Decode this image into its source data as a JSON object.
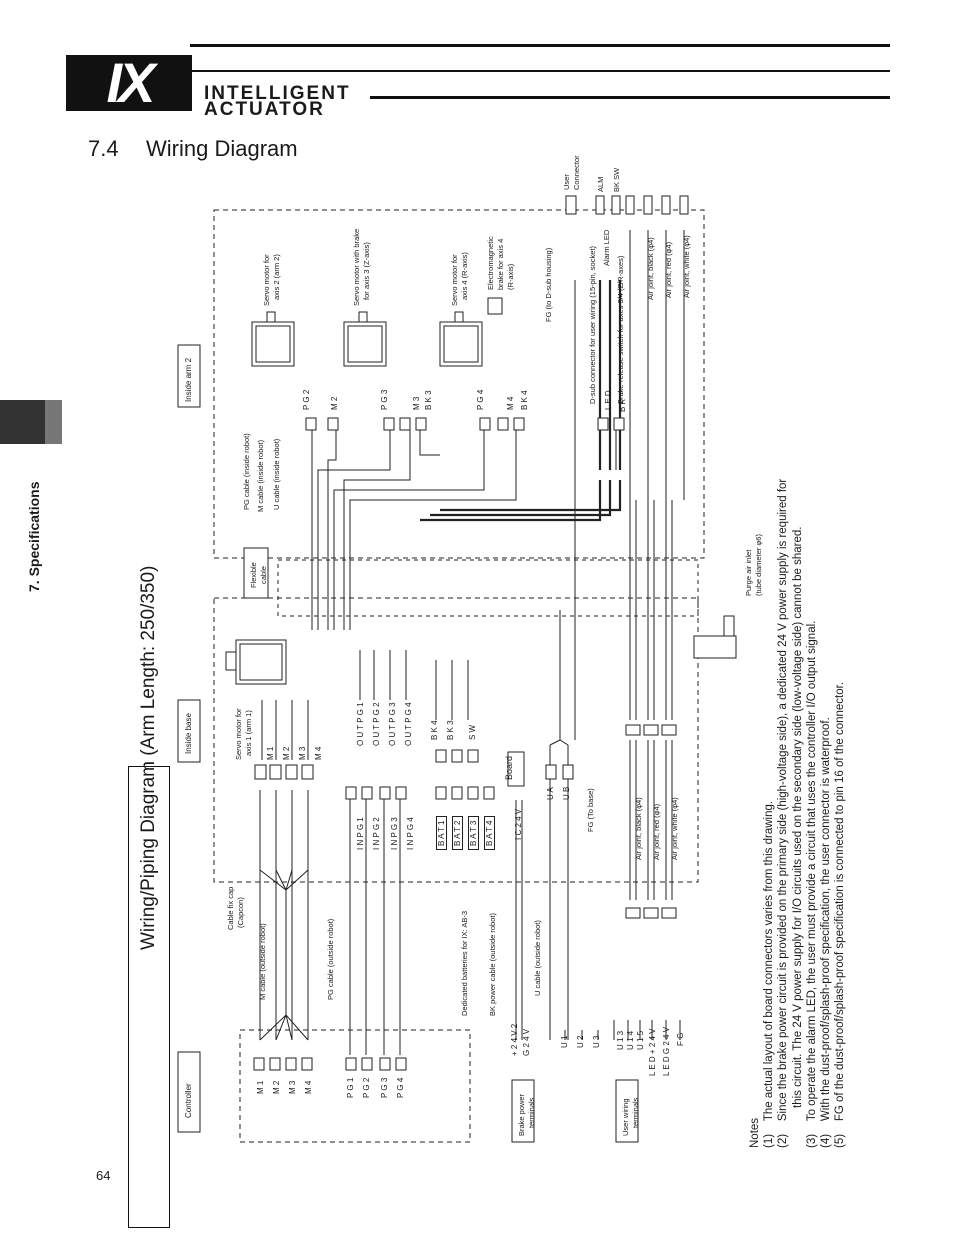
{
  "header": {
    "logo": "IX",
    "brand_line1": "INTELLIGENT",
    "brand_line2": "ACTUATOR"
  },
  "section": {
    "number": "7.4",
    "title": "Wiring Diagram"
  },
  "side_tab": "7. Specifications",
  "diagram": {
    "title": "Wiring/Piping Diagram (Arm Length: 250/350)",
    "areas": {
      "controller": "Controller",
      "inside_base": "Inside base",
      "inside_arm2": "Inside arm 2",
      "flexible_cable": [
        "Flexible",
        "cable"
      ]
    },
    "motors": {
      "axis1": [
        "Servo motor for",
        "axis 1 (arm 1)"
      ],
      "axis2": [
        "Servo motor for",
        "axis 2 (arm 2)"
      ],
      "axis3": [
        "Servo motor with brake",
        "for axis 3 (Z-axis)"
      ],
      "axis4": [
        "Servo motor for",
        "axis 4 (R-axis)"
      ],
      "brake4": [
        "Electromagnetic",
        "brake for axis 4",
        "(R-axis)"
      ]
    },
    "controller_m": [
      "M 1",
      "M 2",
      "M 3",
      "M 4"
    ],
    "controller_pg": [
      "P G 1",
      "P G 2",
      "P G 3",
      "P G 4"
    ],
    "base_m": [
      "M 1",
      "M 2",
      "M 3",
      "M 4"
    ],
    "base_outpg": [
      "O U T P G 1",
      "O U T P G 2",
      "O U T P G 3",
      "O U T P G 4"
    ],
    "base_inpg": [
      "I N P G 1",
      "I N P G 2",
      "I N P G 3",
      "I N P G 4"
    ],
    "base_bk": [
      "B K 4",
      "B K 3",
      "S W"
    ],
    "batteries": [
      "B A T 1",
      "B A T 2",
      "B A T 3",
      "B A T 4"
    ],
    "board": "Board",
    "ic24v": "I C 2 4 V",
    "ua": "U A",
    "ub": "U B",
    "arm2_conns": [
      "P G 2",
      "M 2",
      "P G 3",
      "M 3",
      "B K 3",
      "P G 4",
      "M 4",
      "B K 4",
      "L E D",
      "B K"
    ],
    "brake_terminals": [
      "+ 2 4 V 2",
      "G 2 4 V"
    ],
    "u_terminals": [
      "U 1",
      "U 2",
      "U 3"
    ],
    "user_terminals": [
      "U 1 3",
      "U 1 4",
      "U 1 5",
      "L E D + 2 4 V",
      "L E D G 2 4 V",
      "F G"
    ],
    "terminal_boxes": {
      "brake": [
        "Brake power",
        "terminals"
      ],
      "user": [
        "User wiring",
        "terminals"
      ]
    },
    "labels": {
      "cable_fix": [
        "Cable fix cap",
        "(Capcon)"
      ],
      "m_cable_outside": "M cable (outside robot)",
      "pg_cable_outside": "PG cable (outside robot)",
      "dedicated_batteries": "Dedicated batteries for IX: AB-3",
      "bk_cable_outside": "BK power cable (outside robot)",
      "u_cable_outside": "U cable (outside robot)",
      "fg_base": "FG (To base)",
      "pg_cable_inside": "PG cable (inside robot)",
      "m_cable_inside": "M cable (inside robot)",
      "u_cable_inside": "U cable (inside robot)",
      "air_black_base": "Air joint, black (φ4)",
      "air_red_base": "Air joint, red (φ4)",
      "air_white_base": "Air joint, white (φ4)",
      "purge": [
        "Purge air inlet",
        "(tube diameter φ6)"
      ],
      "fg_dsub": "FG (to D-sub housing)",
      "dsub": "D-sub connector for user wiring (15-pin, socket)",
      "alarm_led": "Alarm LED",
      "brake_release": "Brake-release switch for axes 3/4 (Z/R-axes)",
      "air_black": "Air joint, black (φ4)",
      "air_red": "Air joint, red (φ4)",
      "air_white": "Air joint, white (φ4)",
      "user_connector": [
        "User",
        "Connector"
      ],
      "alm": "ALM",
      "bksw": "BK SW"
    }
  },
  "notes": {
    "heading": "Notes",
    "items": [
      {
        "num": "(1)",
        "lines": [
          "The actual layout of board connectors varies from this drawing."
        ]
      },
      {
        "num": "(2)",
        "lines": [
          "Since the brake power circuit is provided on the primary side (high-voltage side), a dedicated 24 V power supply is required for",
          "this circuit. The 24 V power supply for I/O circuits used on the secondary side (low-voltage side) cannot be shared."
        ]
      },
      {
        "num": "(3)",
        "lines": [
          "To operate the alarm LED, the user must provide a circuit that uses the controller I/O output signal."
        ]
      },
      {
        "num": "(4)",
        "lines": [
          "With the dust-proof/splash-proof specification, the user connector is waterproof."
        ]
      },
      {
        "num": "(5)",
        "lines": [
          "FG of the dust-proof/splash-proof specification is connected to pin 16 of the connector."
        ]
      }
    ]
  },
  "page_number": "64"
}
